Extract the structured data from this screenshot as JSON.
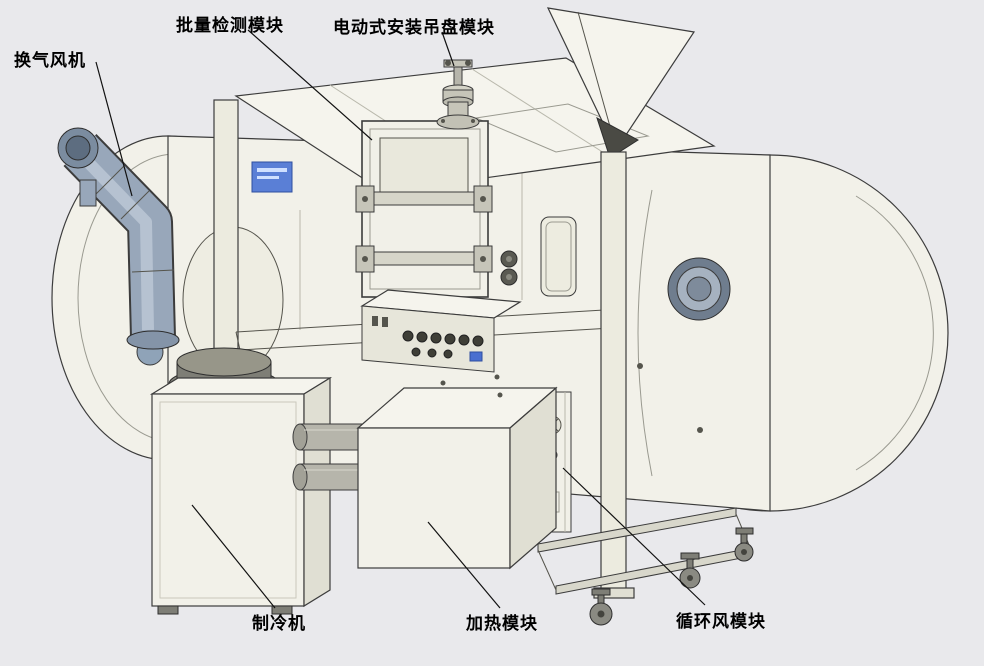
{
  "diagram": {
    "background_color": "#e9e9ec",
    "description_type": "annotated-machine-diagram",
    "labels": {
      "ventilation_fan": "换气风机",
      "batch_detection_module": "批量检测模块",
      "electric_mount_tray_module": "电动式安装吊盘模块",
      "chiller": "制冷机",
      "heating_module": "加热模块",
      "circulating_air_module": "循环风模块"
    },
    "colors": {
      "machine_body": "#f2f1e9",
      "machine_shading": "#e0dfd3",
      "pipe_blue_gray": "#98a7ba",
      "outline": "#3c3c3c",
      "sticker_blue": "#5a7fd6",
      "detail_yellow": "#e3cf45",
      "label_text": "#000000"
    }
  }
}
